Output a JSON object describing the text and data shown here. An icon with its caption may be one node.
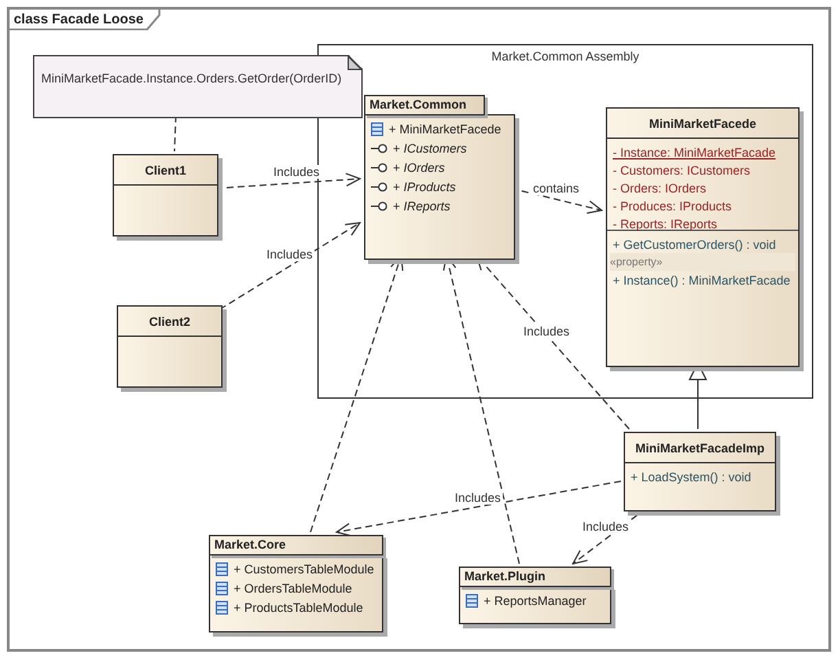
{
  "diagram": {
    "nodes": [
      {
        "text": [
          "class Facade Loose"
        ]
      },
      {
        "text": [
          "MiniMarketFacade.Instance.Orders.GetOrder(OrderID)"
        ],
        "in": 0
      },
      {
        "text": [
          "Market.Common Assembly"
        ],
        "in": 0
      },
      {
        "text": [
          "Client1"
        ],
        "in": 0
      },
      {
        "text": [
          "Client2"
        ],
        "in": 0
      },
      {
        "text": [
          "Market.Common",
          "+ MiniMarketFacede",
          "+ *ICustomers*",
          "+ *IOrders*",
          "+ *IProducts*",
          "+ *IReports*"
        ],
        "in": 2
      },
      {
        "text": [
          "MiniMarketFacede",
          "- Instance: MiniMarketFacade",
          "- Customers: ICustomers",
          "- Orders: IOrders",
          "- Produces: IProducts",
          "- Reports: IReports",
          "+ GetCustomerOrders() : void",
          "«property»",
          "+ Instance() : MiniMarketFacade"
        ],
        "in": 2
      },
      {
        "text": [
          "MiniMarketFacadeImp",
          "+ LoadSystem() : void"
        ],
        "in": 0
      },
      {
        "text": [
          "Market.Core",
          "+ CustomersTableModule",
          "+ OrdersTableModule",
          "+ ProductsTableModule"
        ],
        "in": 0
      },
      {
        "text": [
          "Market.Plugin",
          "+ ReportsManager"
        ],
        "in": 0
      }
    ],
    "edges": [
      {
        "from": 1,
        "to": 3,
        "arrow": "none",
        "style": "dashed"
      },
      {
        "from": 3,
        "to": 5,
        "arrow": "to",
        "style": "dashed",
        "label": "Includes"
      },
      {
        "from": 4,
        "to": 5,
        "arrow": "to",
        "style": "dashed",
        "label": "Includes"
      },
      {
        "from": 5,
        "to": 6,
        "arrow": "to",
        "style": "dashed",
        "label": "contains"
      },
      {
        "from": 8,
        "to": 5,
        "arrow": "to",
        "style": "dashed"
      },
      {
        "from": 9,
        "to": 5,
        "arrow": "to",
        "style": "dashed"
      },
      {
        "from": 7,
        "to": 5,
        "arrow": "to",
        "style": "dashed",
        "label": "Includes"
      },
      {
        "from": 7,
        "to": 6,
        "arrow": "to"
      },
      {
        "from": 7,
        "to": 8,
        "arrow": "to",
        "style": "dashed",
        "label": "Includes"
      },
      {
        "from": 7,
        "to": 9,
        "arrow": "to",
        "style": "dashed",
        "label": "Includes"
      }
    ]
  }
}
